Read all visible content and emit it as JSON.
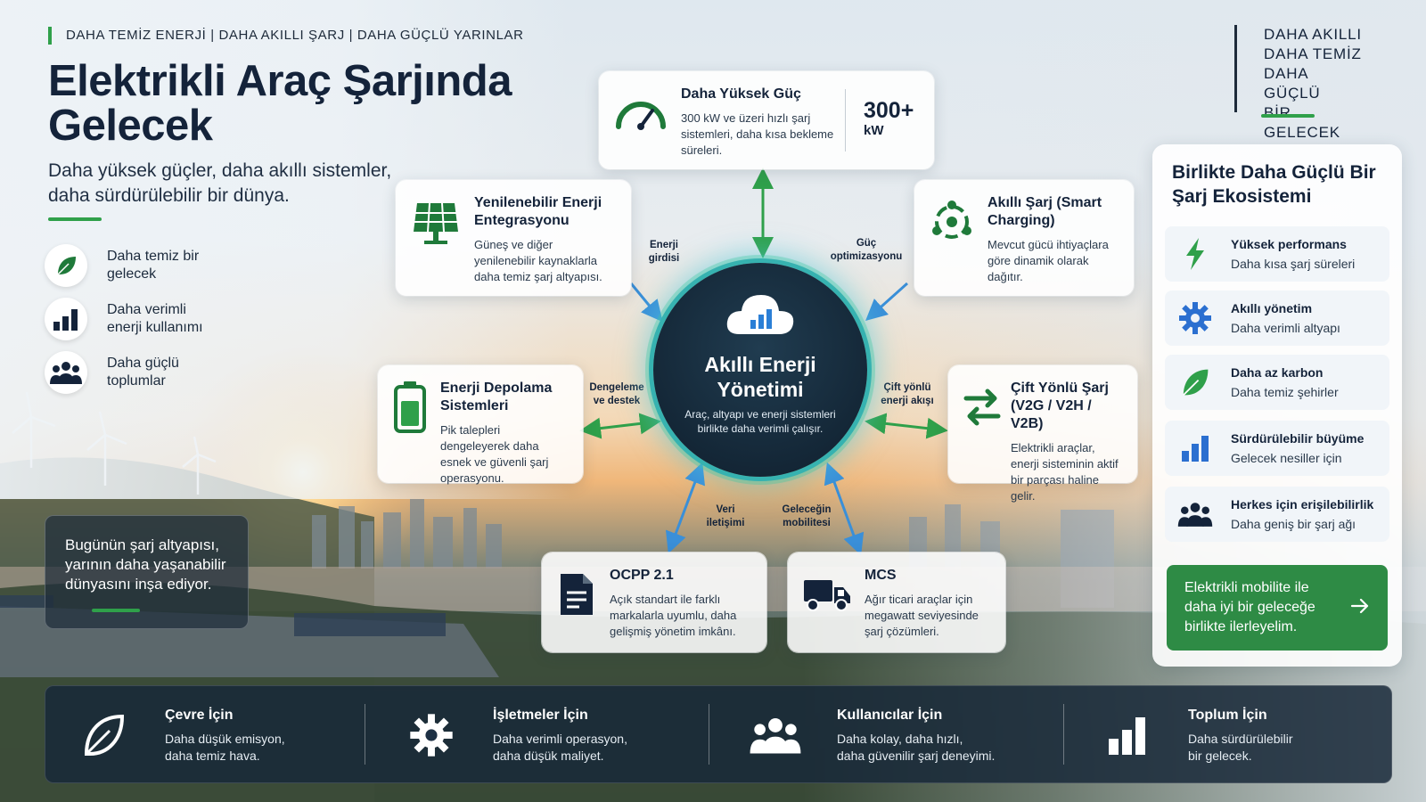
{
  "colors": {
    "accent_green": "#2fa04a",
    "navy": "#14233a",
    "hub_glow": "#36b2b0",
    "arrow_blue": "#3a8fd8"
  },
  "header": {
    "tagline": "DAHA TEMİZ ENERJİ  |  DAHA AKILLI ŞARJ  |  DAHA GÜÇLÜ YARINLAR",
    "title": "Elektrikli Araç Şarjında Gelecek",
    "subtitle": "Daha yüksek güçler, daha akıllı sistemler, daha sürdürülebilir bir dünya."
  },
  "motto": [
    "DAHA AKILLI",
    "DAHA TEMİZ",
    "DAHA GÜÇLÜ",
    "BİR GELECEK"
  ],
  "benefits": [
    {
      "icon": "leaf-icon",
      "label": "Daha temiz bir gelecek"
    },
    {
      "icon": "bar-chart-icon",
      "label": "Daha verimli enerji kullanımı"
    },
    {
      "icon": "people-icon",
      "label": "Daha güçlü toplumlar"
    }
  ],
  "quote": "Bugünün şarj altyapısı, yarının daha yaşanabilir dünyasını inşa ediyor.",
  "cards": {
    "power": {
      "title": "Daha Yüksek Güç",
      "desc": "300 kW ve üzeri hızlı şarj sistemleri, daha kısa bekleme süreleri.",
      "value": "300+",
      "unit": "kW",
      "icon": "speedometer-icon"
    },
    "renewable": {
      "title": "Yenilenebilir Enerji Entegrasyonu",
      "desc": "Güneş ve diğer yenilenebilir kaynaklarla daha temiz şarj altyapısı.",
      "icon": "solar-panel-icon"
    },
    "smart": {
      "title": "Akıllı Şarj (Smart Charging)",
      "desc": "Mevcut gücü ihtiyaçlara göre dinamik olarak dağıtır.",
      "icon": "smart-network-icon"
    },
    "storage": {
      "title": "Enerji Depolama Sistemleri",
      "desc": "Pik talepleri dengeleyerek daha esnek ve güvenli şarj operasyonu.",
      "icon": "battery-icon"
    },
    "bidirectional": {
      "title": "Çift Yönlü Şarj (V2G / V2H / V2B)",
      "desc": "Elektrikli araçlar, enerji sisteminin aktif bir parçası haline gelir.",
      "icon": "bidirectional-arrows-icon"
    },
    "ocpp": {
      "title": "OCPP 2.1",
      "desc": "Açık standart ile farklı markalarla uyumlu, daha gelişmiş yönetim imkânı.",
      "icon": "document-icon"
    },
    "mcs": {
      "title": "MCS",
      "desc": "Ağır ticari araçlar için megawatt seviyesinde şarj çözümleri.",
      "icon": "truck-icon"
    }
  },
  "hub": {
    "title": "Akıllı Enerji Yönetimi",
    "desc": "Araç, altyapı ve enerji sistemleri birlikte daha verimli çalışır.",
    "icon": "cloud-chart-icon"
  },
  "flows": {
    "energy_input": "Enerji girdisi",
    "power_opt": "Güç optimizasyonu",
    "balance": "Dengeleme ve destek",
    "bidirectional_flow": "Çift yönlü enerji akışı",
    "data": "Veri iletişimi",
    "future": "Geleceğin mobilitesi"
  },
  "ecosystem": {
    "title": "Birlikte Daha Güçlü Bir Şarj Ekosistemi",
    "items": [
      {
        "icon": "lightning-icon",
        "title": "Yüksek performans",
        "desc": "Daha kısa şarj süreleri"
      },
      {
        "icon": "gear-icon",
        "title": "Akıllı yönetim",
        "desc": "Daha verimli altyapı"
      },
      {
        "icon": "leaf-icon",
        "title": "Daha az karbon",
        "desc": "Daha temiz şehirler"
      },
      {
        "icon": "bar-chart-icon",
        "title": "Sürdürülebilir büyüme",
        "desc": "Gelecek nesiller için"
      },
      {
        "icon": "people-icon",
        "title": "Herkes için erişilebilirlik",
        "desc": "Daha geniş bir şarj ağı"
      }
    ],
    "cta": "Elektrikli mobilite ile daha iyi bir geleceğe birlikte ilerleyelim."
  },
  "bottom": [
    {
      "icon": "leaf-icon",
      "title": "Çevre İçin",
      "desc1": "Daha düşük emisyon,",
      "desc2": "daha temiz hava."
    },
    {
      "icon": "gear-icon",
      "title": "İşletmeler İçin",
      "desc1": "Daha verimli operasyon,",
      "desc2": "daha düşük maliyet."
    },
    {
      "icon": "people-icon",
      "title": "Kullanıcılar İçin",
      "desc1": "Daha kolay, daha hızlı,",
      "desc2": "daha güvenilir şarj deneyimi."
    },
    {
      "icon": "bar-chart-icon",
      "title": "Toplum İçin",
      "desc1": "Daha sürdürülebilir",
      "desc2": "bir gelecek."
    }
  ]
}
